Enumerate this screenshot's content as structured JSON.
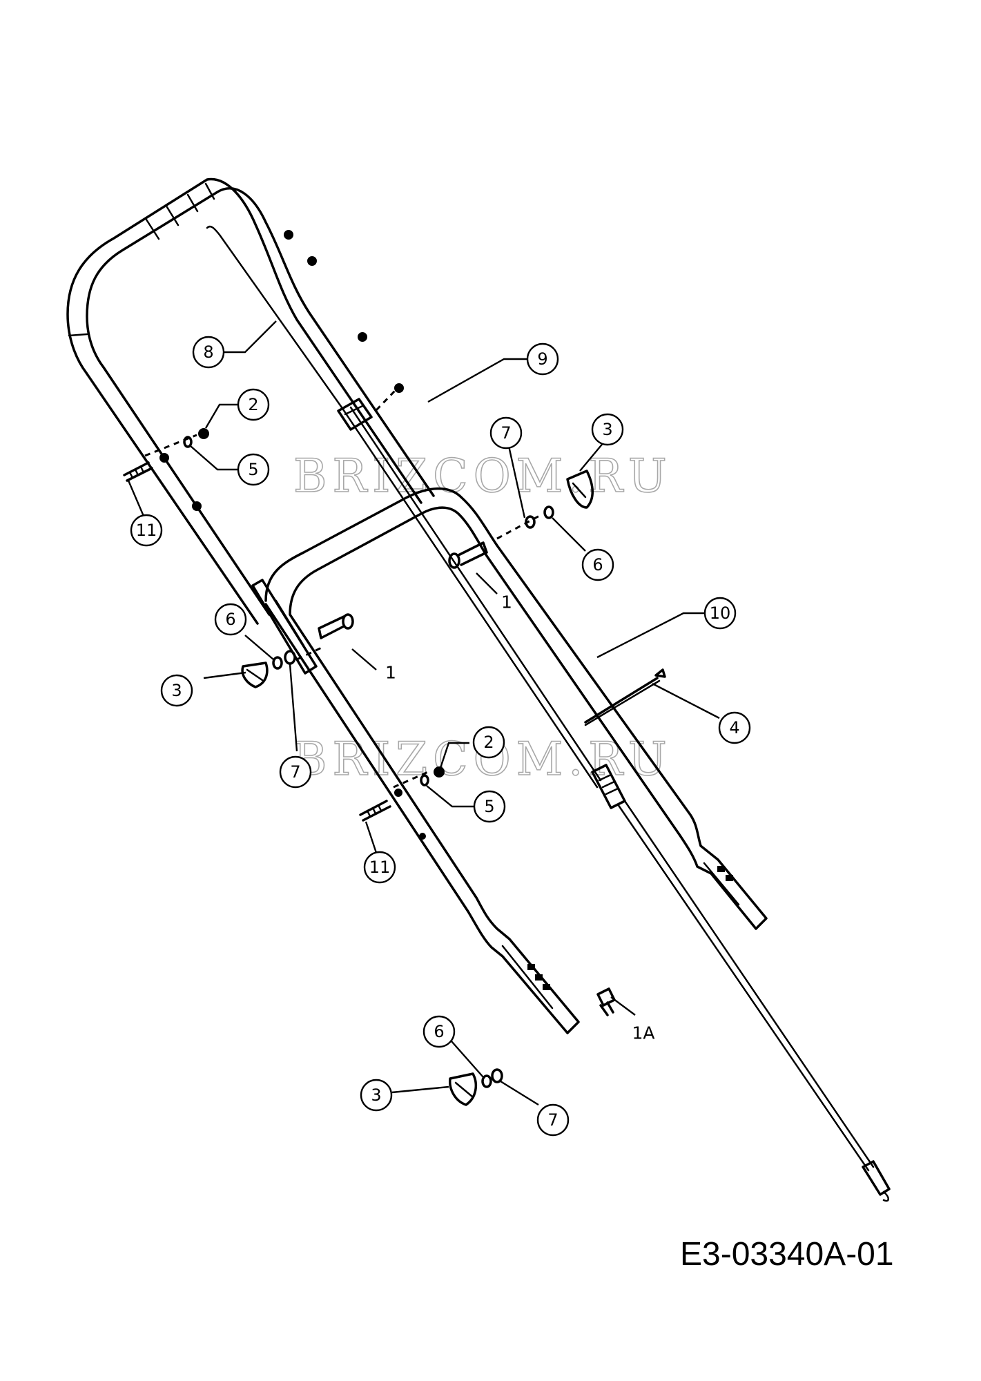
{
  "diagram": {
    "drawing_number": "E3-03340A-01",
    "watermark": "BRIZCOM.RU",
    "callouts": [
      {
        "id": "c8",
        "label": "8"
      },
      {
        "id": "c9",
        "label": "9"
      },
      {
        "id": "c2a",
        "label": "2"
      },
      {
        "id": "c5a",
        "label": "5"
      },
      {
        "id": "c11a",
        "label": "11"
      },
      {
        "id": "c7a",
        "label": "7"
      },
      {
        "id": "c3a",
        "label": "3"
      },
      {
        "id": "c6a",
        "label": "6"
      },
      {
        "id": "c10",
        "label": "10"
      },
      {
        "id": "c4",
        "label": "4"
      },
      {
        "id": "c6b",
        "label": "6"
      },
      {
        "id": "c3b",
        "label": "3"
      },
      {
        "id": "c7b",
        "label": "7"
      },
      {
        "id": "c2b",
        "label": "2"
      },
      {
        "id": "c5b",
        "label": "5"
      },
      {
        "id": "c11b",
        "label": "11"
      },
      {
        "id": "c6c",
        "label": "6"
      },
      {
        "id": "c3c",
        "label": "3"
      },
      {
        "id": "c7c",
        "label": "7"
      }
    ],
    "free_labels": [
      {
        "id": "l1a",
        "label": "1"
      },
      {
        "id": "l1b",
        "label": "1"
      },
      {
        "id": "l1A",
        "label": "1A"
      }
    ]
  }
}
